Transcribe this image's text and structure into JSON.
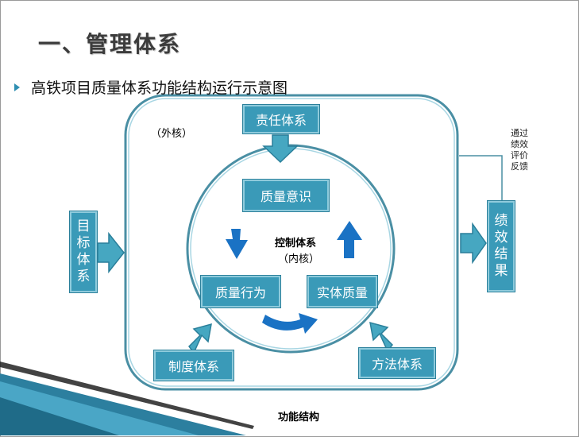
{
  "slide": {
    "title": "一、管理体系",
    "subtitle": "高铁项目质量体系功能结构运行示意图"
  },
  "diagram": {
    "outer_core_label": "（外核）",
    "control_system_line1": "控制体系",
    "control_system_line2": "（内核）",
    "nodes": {
      "responsibility": "责任体系",
      "quality_awareness": "质量意识",
      "quality_behavior": "质量行为",
      "entity_quality": "实体质量",
      "institution": "制度体系",
      "method": "方法体系",
      "target_chars": [
        "目",
        "标",
        "体",
        "系"
      ],
      "performance_chars": [
        "绩",
        "效",
        "结",
        "果"
      ]
    },
    "feedback_label": "通过绩效评价反馈",
    "footer_label": "功能结构"
  },
  "colors": {
    "box_fill": "#3a9ab8",
    "box_border": "#8fcbdc",
    "ring_stroke": "#4a8fa4",
    "flow_arrow": "#1a72c4",
    "input_arrow": "#46a7c1",
    "corner_stripe": "#2c7f9f"
  },
  "icons": {
    "bullet": "triangle-bullet-icon",
    "arrows": [
      "down-arrow-icon",
      "right-arrow-icon",
      "up-arrow-icon",
      "diagonal-arrow-icon",
      "curved-arrow-icon"
    ]
  }
}
